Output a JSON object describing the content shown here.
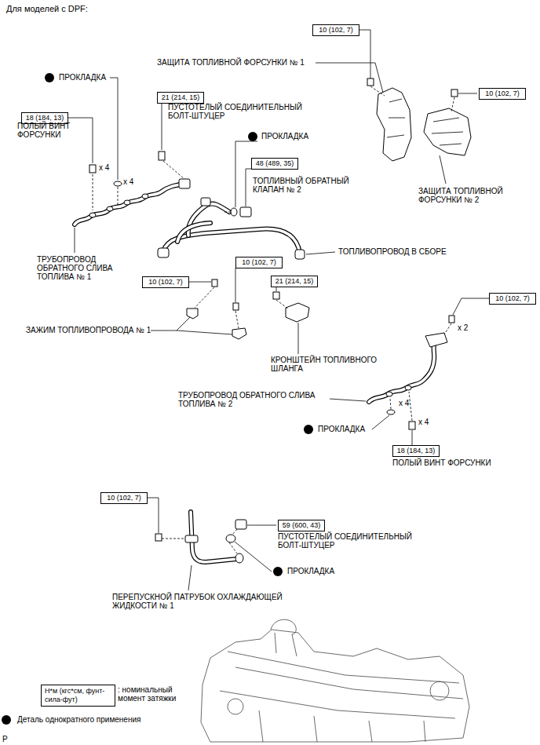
{
  "diagram": {
    "title": "Для моделей с DPF:",
    "nodes": [
      {
        "text": [
          "10 (102, 7)"
        ]
      },
      {
        "text": [
          "10 (102, 7)"
        ]
      },
      {
        "text": [
          "21 (214, 15)"
        ]
      },
      {
        "text": [
          "18 (184, 13)"
        ]
      },
      {
        "text": [
          "48 (489, 35)"
        ]
      },
      {
        "text": [
          "10 (102, 7)"
        ]
      },
      {
        "text": [
          "10 (102, 7)"
        ]
      },
      {
        "text": [
          "21 (214, 15)"
        ]
      },
      {
        "text": [
          "10 (102, 7)"
        ]
      },
      {
        "text": [
          "18 (184, 13)"
        ]
      },
      {
        "text": [
          "10 (102, 7)"
        ]
      },
      {
        "text": [
          "59 (600, 43)"
        ]
      },
      {
        "text": [
          "Н*м (кгс*см, фунт-сила-фут)"
        ]
      }
    ],
    "labels": [
      "ПРОКЛАДКА",
      "ЗАЩИТА ТОПЛИВНОЙ ФОРСУНКИ № 1",
      "ПУСТОТЕЛЫЙ СОЕДИНИТЕЛЬНЫЙ БОЛТ-ШТУЦЕР",
      "ПОЛЫЙ ВИНТ ФОРСУНКИ",
      "ПРОКЛАДКА",
      "x 4",
      "x 4",
      "ТОПЛИВНЫЙ ОБРАТНЫЙ КЛАПАН № 2",
      "ЗАЩИТА ТОПЛИВНОЙ ФОРСУНКИ № 2",
      "ТРУБОПРОВОД ОБРАТНОГО СЛИВА ТОПЛИВА № 1",
      "ТОПЛИВОПРОВОД В СБОРЕ",
      "ЗАЖИМ ТОПЛИВОПРОВОДА № 1",
      "x 2",
      "КРОНШТЕЙН ТОПЛИВНОГО ШЛАНГА",
      "ТРУБОПРОВОД ОБРАТНОГО СЛИВА ТОПЛИВА № 2",
      "x 4",
      "x 4",
      "ПРОКЛАДКА",
      "ПОЛЫЙ ВИНТ ФОРСУНКИ",
      "ПУСТОТЕЛЫЙ СОЕДИНИТЕЛЬНЫЙ БОЛТ-ШТУЦЕР",
      "ПРОКЛАДКА",
      "ПЕРЕПУСКНОЙ ПАТРУБОК ОХЛАЖДАЮЩЕЙ ЖИДКОСТИ № 1",
      "P"
    ],
    "legend": [
      {
        "text": ": номинальный момент затяжки"
      },
      {
        "text": "Деталь однократного применения",
        "color": "#000000"
      }
    ]
  }
}
